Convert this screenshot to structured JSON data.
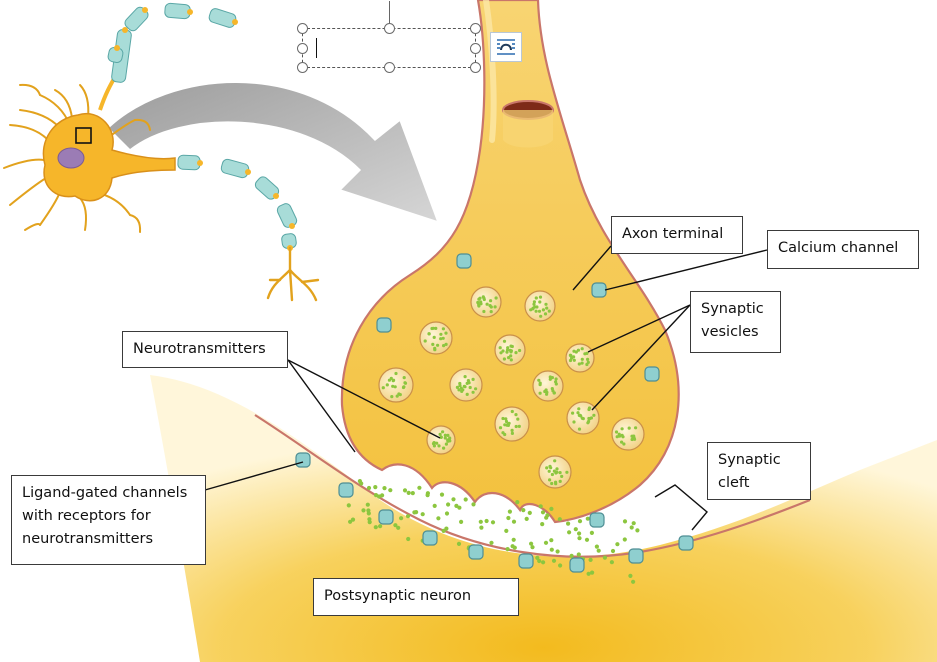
{
  "callouts": {
    "axon_terminal": "Axon terminal",
    "calcium_channel": "Calcium channel",
    "synaptic_vesicles": [
      "Synaptic",
      "vesicles"
    ],
    "neurotransmitters": "Neurotransmitters",
    "synaptic_cleft": [
      "Synaptic",
      "cleft"
    ],
    "ligand_gated": [
      "Ligand-gated channels",
      "with receptors for",
      "neurotransmitters"
    ],
    "postsynaptic": "Postsynaptic neuron"
  },
  "editor": {
    "layout_options_icon": "layout-options-icon"
  },
  "colors": {
    "neuron_yellow": "#f5c23c",
    "neuron_light": "#fbe39a",
    "membrane": "#c9766a",
    "channel": "#8fcfcf",
    "myelin": "#a8dcd8",
    "arrow": "#bdbdbd",
    "vesicle_dot": "#8cc63f"
  }
}
